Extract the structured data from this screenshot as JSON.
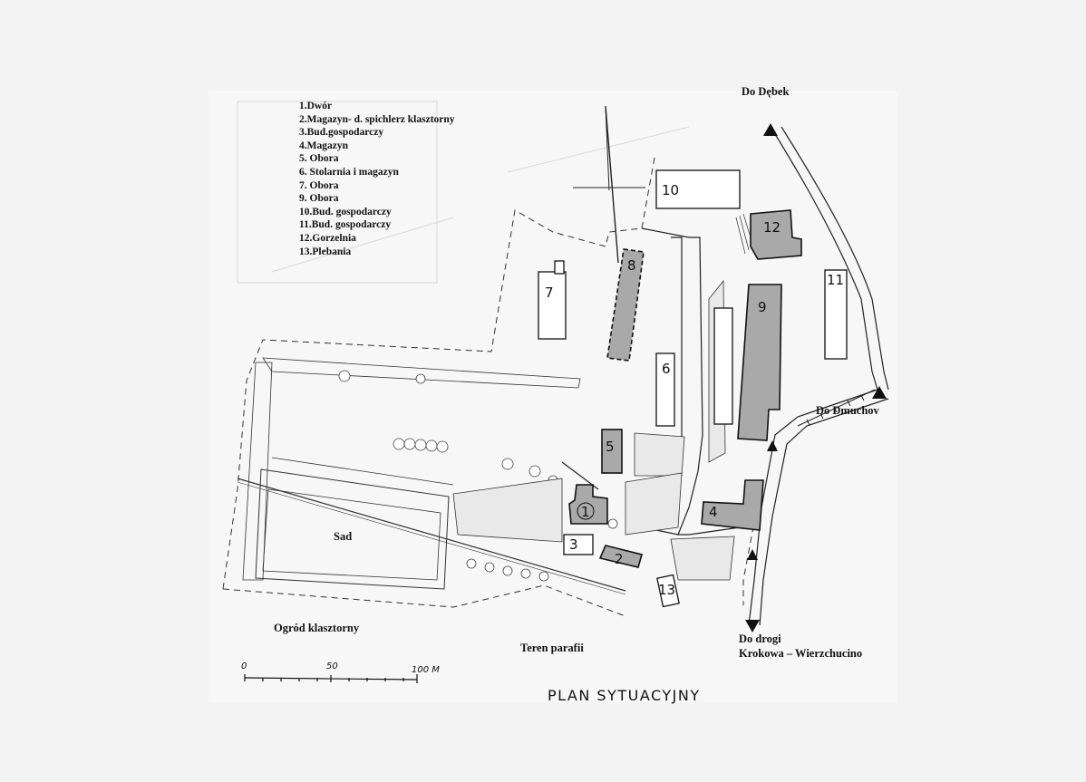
{
  "legend": [
    "1.Dwór",
    "2.Magazyn- d. spichlerz klasztorny",
    "3.Bud.gospodarczy",
    "4.Magazyn",
    "5. Obora",
    "6. Stolarnia i magazyn",
    "7. Obora",
    "9. Obora",
    "10.Bud. gospodarczy",
    "11.Bud. gospodarczy",
    "12.Gorzelnia",
    "13.Plebania"
  ],
  "directions": {
    "north": "Do Dębek",
    "east": "Do Dmuchov",
    "south_line1": "Do drogi",
    "south_line2": "Krokowa – Wierzchucino"
  },
  "areas": {
    "orchard": "Sad",
    "monastery_garden": "Ogród klasztorny",
    "parish_grounds": "Teren parafii"
  },
  "buildings": {
    "b1": "1",
    "b2": "2",
    "b3": "3",
    "b4": "4",
    "b5": "5",
    "b6": "6",
    "b7": "7",
    "b8": "8",
    "b9": "9",
    "b10": "10",
    "b11": "11",
    "b12": "12",
    "b13": "13"
  },
  "scale": {
    "t0": "0",
    "t50": "50",
    "t100": "100 M"
  },
  "title": "PLAN SYTUACYJNY"
}
